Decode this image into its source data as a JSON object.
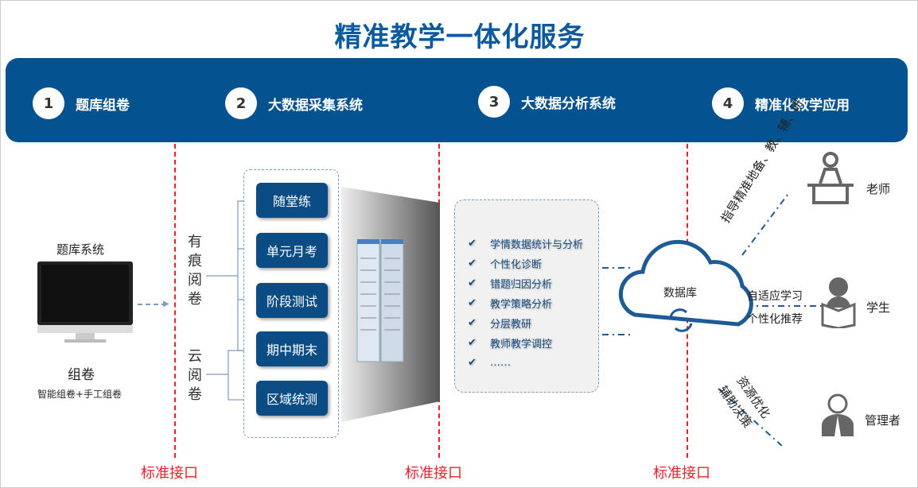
{
  "title": "精准教学一体化服务",
  "steps": [
    {
      "num": "1",
      "label": "题库组卷"
    },
    {
      "num": "2",
      "label": "大数据采集系统"
    },
    {
      "num": "3",
      "label": "大数据分析系统"
    },
    {
      "num": "4",
      "label": "精准化教学应用"
    }
  ],
  "left": {
    "system": "题库系统",
    "compose": "组卷",
    "compose_sub": "智能组卷+手工组卷"
  },
  "marking": {
    "traced": "有痕阅卷",
    "cloud": "云阅卷"
  },
  "collect_items": [
    "随堂练",
    "单元月考",
    "阶段测试",
    "期中期末",
    "区域统测"
  ],
  "analysis_items": [
    "学情数据统计与分析",
    "个性化诊断",
    "错题归因分析",
    "教学策略分析",
    "分层教研",
    "教师教学调控",
    "……"
  ],
  "database": "数据库",
  "roles": {
    "teacher": "老师",
    "student": "学生",
    "manager": "管理者"
  },
  "teacher_link": "指导精准地备、教、辅、研",
  "student_link_top": "自适应学习",
  "student_link_bottom": "个性化推荐",
  "manager_link_1": "资源优化",
  "manager_link_2": "辅助决策",
  "interface_label": "标准接口",
  "colors": {
    "primary": "#04528f",
    "accent": "#e8232a"
  }
}
